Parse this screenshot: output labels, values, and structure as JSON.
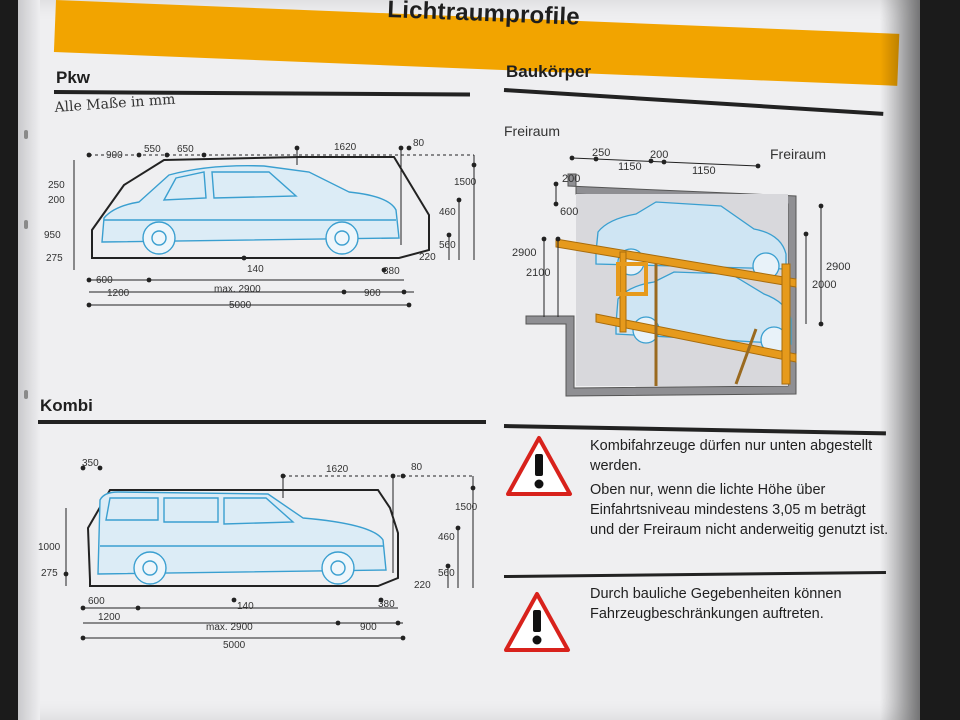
{
  "page": {
    "title": "Lichtraumprofile"
  },
  "pkw": {
    "title": "Pkw",
    "note": "Alle Maße in mm",
    "dims": {
      "d900": "900",
      "d550": "550",
      "d650": "650",
      "d1620": "1620",
      "d80": "80",
      "d250": "250",
      "d200": "200",
      "d1500": "1500",
      "d460": "460",
      "d950": "950",
      "d560": "560",
      "d275": "275",
      "d220": "220",
      "d140": "140",
      "d380": "380",
      "d600": "600",
      "d1200": "1200",
      "dmax": "max. 2900",
      "d900b": "900",
      "d5000": "5000"
    }
  },
  "kombi": {
    "title": "Kombi",
    "dims": {
      "d350": "350",
      "d1620": "1620",
      "d80": "80",
      "d1500": "1500",
      "d460": "460",
      "d1000": "1000",
      "d560": "560",
      "d275": "275",
      "d220": "220",
      "d140": "140",
      "d380": "380",
      "d600": "600",
      "d1200": "1200",
      "dmax": "max. 2900",
      "d900": "900",
      "d5000": "5000"
    }
  },
  "baukoerper": {
    "title": "Baukörper",
    "freiraum_left": "Freiraum",
    "freiraum_right": "Freiraum",
    "dims": {
      "d250": "250",
      "d1150a": "1150",
      "d200top": "200",
      "d1150b": "1150",
      "d200": "200",
      "d600": "600",
      "d2900": "2900",
      "d2100": "2100",
      "d2900r": "2900",
      "d2000r": "2000"
    }
  },
  "warnings": [
    {
      "icon": "warning-triangle-icon",
      "paragraphs": [
        "Kombifahrzeuge dürfen nur unten abgestellt werden.",
        "Oben nur, wenn die lichte Höhe über Einfahrtsniveau mindestens 3,05 m beträgt und der Freiraum nicht anderweitig genutzt ist."
      ]
    },
    {
      "icon": "warning-triangle-icon",
      "paragraphs": [
        "Durch bauliche Gegebenheiten können Fahrzeugbeschränkungen auftreten."
      ]
    }
  ],
  "colors": {
    "banner": "#f2a400",
    "car_line": "#3a9fd0",
    "car_fill": "#dcecf6",
    "platform": "#e69a1c",
    "warning_red": "#d8221c"
  }
}
